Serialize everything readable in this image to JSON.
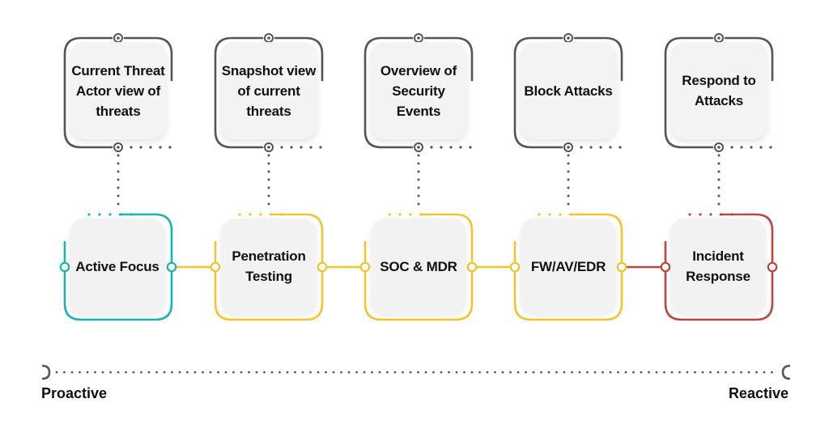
{
  "colors": {
    "dark_outline": "#555555",
    "teal": "#1ab5b3",
    "yellow": "#f0c531",
    "red": "#b9473f",
    "dotted": "#555555",
    "box_fill": "#f3f3f3",
    "text": "#111111"
  },
  "top_items": [
    {
      "text": "Current Threat Actor view of threats"
    },
    {
      "text": "Snapshot view of current threats"
    },
    {
      "text": "Overview of Security Events"
    },
    {
      "text": "Block Attacks"
    },
    {
      "text": "Respond to Attacks"
    }
  ],
  "bottom_items": [
    {
      "text": "Active Focus",
      "color": "teal"
    },
    {
      "text": "Penetration Testing",
      "color": "yellow"
    },
    {
      "text": "SOC & MDR",
      "color": "yellow"
    },
    {
      "text": "FW/AV/EDR",
      "color": "yellow"
    },
    {
      "text": "Incident Response",
      "color": "red"
    }
  ],
  "axis": {
    "start_label": "Proactive",
    "end_label": "Reactive"
  }
}
